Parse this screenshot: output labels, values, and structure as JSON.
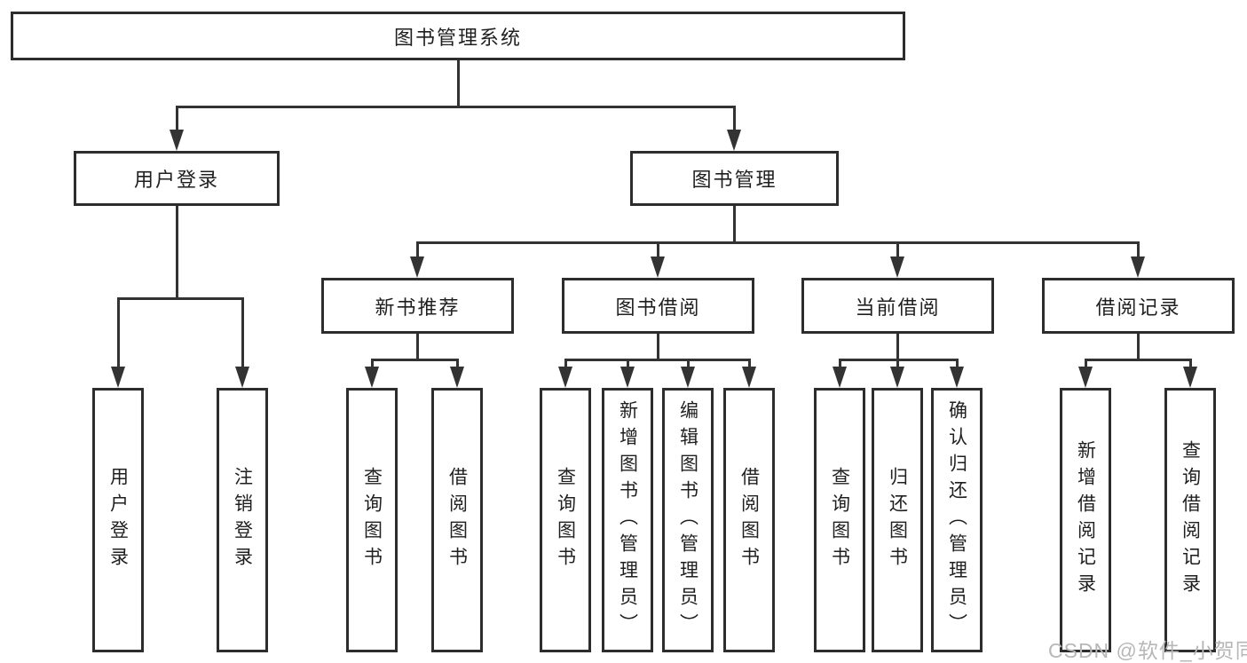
{
  "colors": {
    "line": "#333333",
    "box_border": "#2d2d2d",
    "box_fill": "#ffffff",
    "text": "#1f1f1f",
    "watermark": "#b7b7b7"
  },
  "watermark": "CSDN @软件_小贺同学",
  "tree": {
    "root": {
      "label": "图书管理系统"
    },
    "branches": [
      {
        "label": "用户登录",
        "children": [
          {
            "label": "用户登录"
          },
          {
            "label": "注销登录"
          }
        ]
      },
      {
        "label": "图书管理",
        "children": [
          {
            "label": "新书推荐",
            "children": [
              {
                "label": "查询图书"
              },
              {
                "label": "借阅图书"
              }
            ]
          },
          {
            "label": "图书借阅",
            "children": [
              {
                "label": "查询图书"
              },
              {
                "label": "新增图书（管理员）"
              },
              {
                "label": "编辑图书（管理员）"
              },
              {
                "label": "借阅图书"
              }
            ]
          },
          {
            "label": "当前借阅",
            "children": [
              {
                "label": "查询图书"
              },
              {
                "label": "归还图书"
              },
              {
                "label": "确认归还（管理员）"
              }
            ]
          },
          {
            "label": "借阅记录",
            "children": [
              {
                "label": "新增借阅记录"
              },
              {
                "label": "查询借阅记录"
              }
            ]
          }
        ]
      }
    ]
  }
}
